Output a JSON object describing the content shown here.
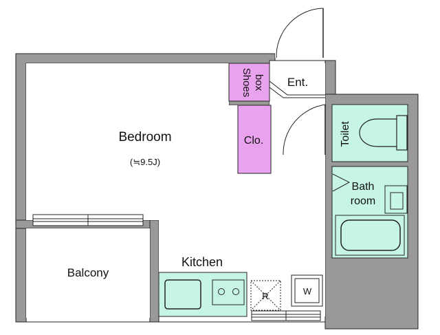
{
  "floorplan": {
    "rooms": {
      "bedroom": {
        "label": "Bedroom",
        "size": "(≒9.5J)"
      },
      "entrance": {
        "label": "Ent."
      },
      "closet": {
        "label": "Clo."
      },
      "shoes_box": {
        "label_line1": "Shoes",
        "label_line2": "box"
      },
      "toilet": {
        "label": "Toilet"
      },
      "bath": {
        "label_line1": "Bath",
        "label_line2": "room"
      },
      "kitchen": {
        "label": "Kitchen"
      },
      "balcony": {
        "label": "Balcony"
      },
      "refrigerator": {
        "label": "R"
      },
      "washer": {
        "label": "W"
      }
    },
    "colors": {
      "wall": "#999999",
      "wet_area": "#c6f5e6",
      "storage": "#e9a2ee",
      "outline": "#222222",
      "floor": "#ffffff"
    }
  }
}
